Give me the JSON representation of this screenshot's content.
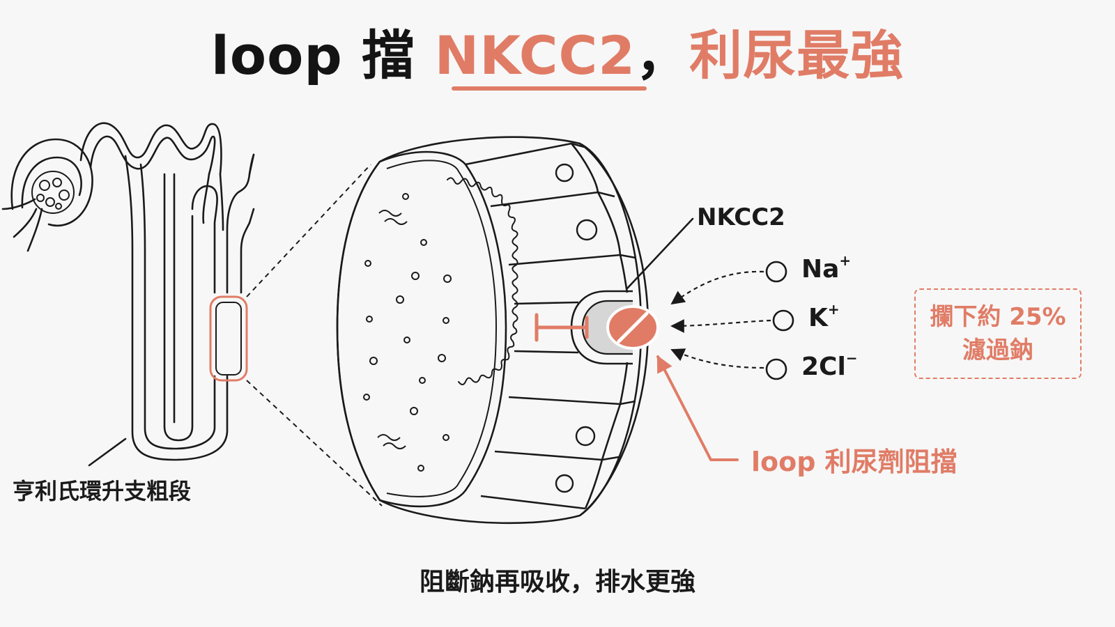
{
  "title": {
    "part1": "loop 擋 ",
    "part2": "NKCC2",
    "part3": "，",
    "part4": "利尿最強"
  },
  "labels": {
    "nkcc2": "NKCC2",
    "ions": [
      {
        "base": "Na",
        "charge": "+"
      },
      {
        "base": "K",
        "charge": "+"
      },
      {
        "base": "2Cl",
        "charge": "−"
      }
    ],
    "loop_block": "loop 利尿劑阻擋",
    "loop_section": "亨利氏環升支粗段",
    "note_line1": "攔下約 25%",
    "note_line2": "濾過鈉",
    "caption": "阻斷鈉再吸收，排水更強"
  },
  "colors": {
    "accent": "#e07c66",
    "ink": "#1a1a1a",
    "background": "#f7f7f7"
  }
}
